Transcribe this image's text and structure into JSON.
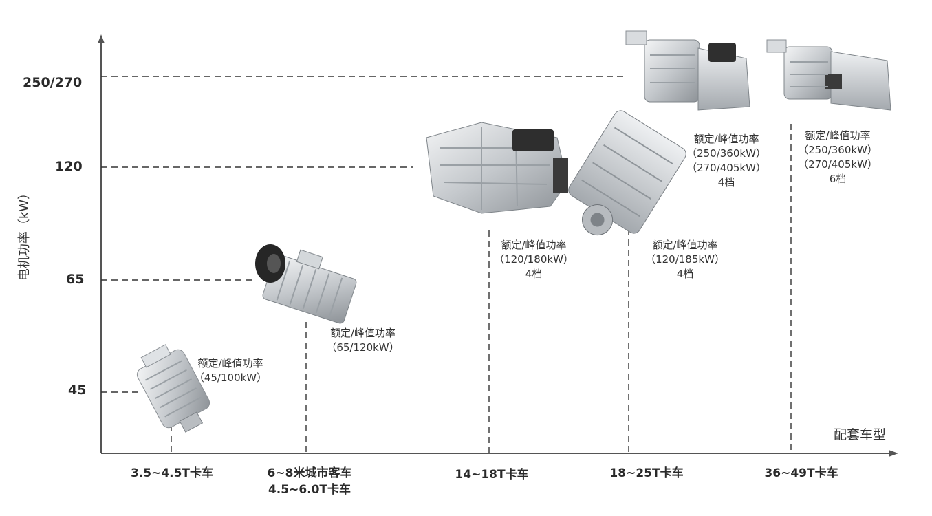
{
  "axes": {
    "y_label": "电机功率（kW）",
    "x_label": "配套车型",
    "y_ticks": [
      "250/270",
      "120",
      "65",
      "45"
    ]
  },
  "vehicles": [
    "3.5~4.5T卡车",
    "6~8米城市客车",
    "4.5~6.0T卡车",
    "14~18T卡车",
    "18~25T卡车",
    "36~49T卡车"
  ],
  "products": [
    {
      "lines": [
        "额定/峰值功率",
        "（45/100kW）"
      ]
    },
    {
      "lines": [
        "额定/峰值功率",
        "（65/120kW）"
      ]
    },
    {
      "lines": [
        "额定/峰值功率",
        "（120/180kW）",
        "4档"
      ]
    },
    {
      "lines": [
        "额定/峰值功率",
        "（120/185kW）",
        "4档"
      ]
    },
    {
      "lines": [
        "额定/峰值功率",
        "（250/360kW）",
        "（270/405kW）",
        "4档"
      ]
    },
    {
      "lines": [
        "额定/峰值功率",
        "（250/360kW）",
        "（270/405kW）",
        "6档"
      ]
    }
  ],
  "colors": {
    "axis": "#555555",
    "dash": "#333333",
    "metal": "#c9cdd1",
    "dark": "#2b2b2b"
  }
}
